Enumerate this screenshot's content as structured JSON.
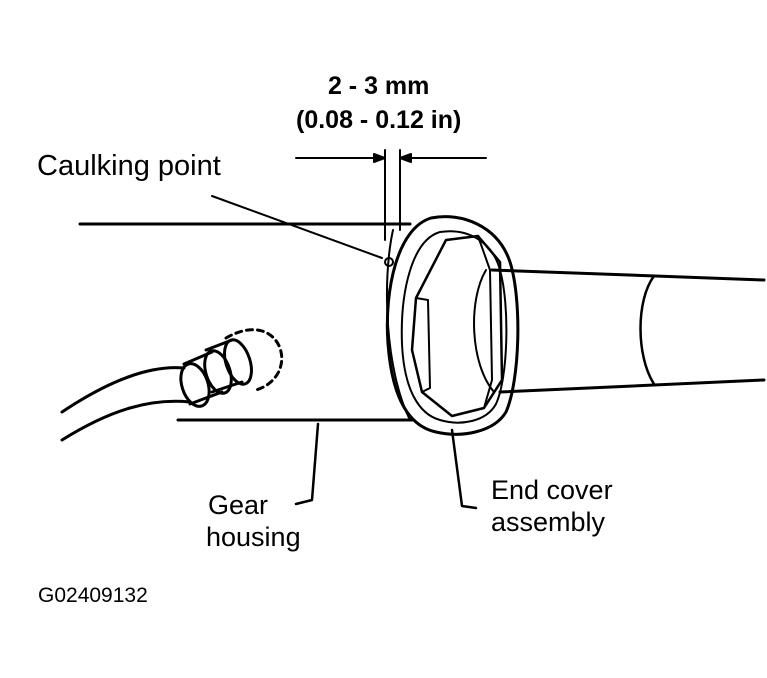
{
  "labels": {
    "dimension_mm": "2 - 3 mm",
    "dimension_in": "(0.08 - 0.12 in)",
    "caulking_point": "Caulking point",
    "gear_housing_line1": "Gear",
    "gear_housing_line2": "housing",
    "end_cover_line1": "End cover",
    "end_cover_line2": "assembly",
    "figure_id": "G02409132"
  },
  "colors": {
    "ink": "#000000",
    "paper": "#ffffff"
  }
}
